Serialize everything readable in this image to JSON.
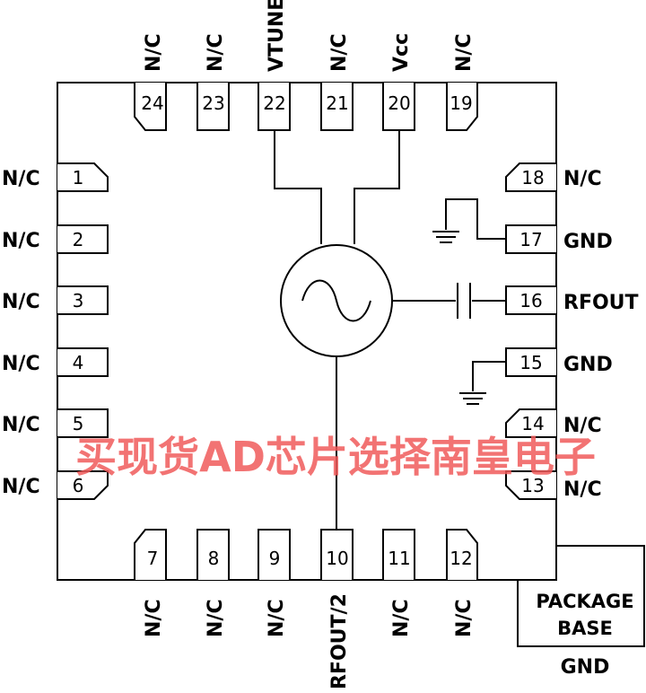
{
  "top_pins": [
    {
      "num": "24",
      "label": "N/C"
    },
    {
      "num": "23",
      "label": "N/C"
    },
    {
      "num": "22",
      "label": "VTUNE"
    },
    {
      "num": "21",
      "label": "N/C"
    },
    {
      "num": "20",
      "label": "Vcc"
    },
    {
      "num": "19",
      "label": "N/C"
    }
  ],
  "left_pins": [
    {
      "num": "1",
      "label": "N/C"
    },
    {
      "num": "2",
      "label": "N/C"
    },
    {
      "num": "3",
      "label": "N/C"
    },
    {
      "num": "4",
      "label": "N/C"
    },
    {
      "num": "5",
      "label": "N/C"
    },
    {
      "num": "6",
      "label": "N/C"
    }
  ],
  "right_pins": [
    {
      "num": "18",
      "label": "N/C"
    },
    {
      "num": "17",
      "label": "GND"
    },
    {
      "num": "16",
      "label": "RFOUT"
    },
    {
      "num": "15",
      "label": "GND"
    },
    {
      "num": "14",
      "label": "N/C"
    },
    {
      "num": "13",
      "label": "N/C"
    }
  ],
  "bottom_pins": [
    {
      "num": "7",
      "label": "N/C"
    },
    {
      "num": "8",
      "label": "N/C"
    },
    {
      "num": "9",
      "label": "N/C"
    },
    {
      "num": "10",
      "label": "RFOUT/2"
    },
    {
      "num": "11",
      "label": "N/C"
    },
    {
      "num": "12",
      "label": "N/C"
    }
  ],
  "package_base": {
    "line1": "PACKAGE",
    "line2": "BASE",
    "ground": "GND"
  },
  "watermark": "买现货AD芯片选择南皇电子"
}
